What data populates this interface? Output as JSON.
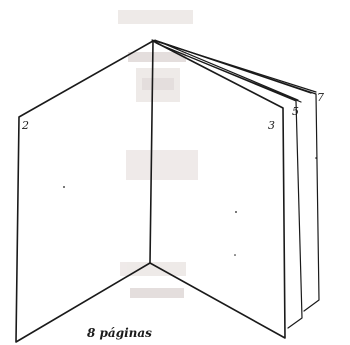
{
  "diagram": {
    "page_numbers": {
      "left": "2",
      "right": "3",
      "third": "5",
      "fourth": "7"
    },
    "caption": "8 páginas",
    "colors": {
      "background": "#ffffff",
      "ink": "#1a1a1a",
      "ghost": "#e9e3e1"
    }
  }
}
